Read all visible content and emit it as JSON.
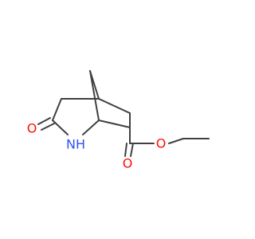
{
  "molecule": {
    "atoms": [
      {
        "id": "O1",
        "text": "O",
        "color": "#ff0d0d"
      },
      {
        "id": "N1",
        "text": "NH",
        "color": "#3050f8"
      },
      {
        "id": "O2",
        "text": "O",
        "color": "#ff0d0d"
      },
      {
        "id": "O3",
        "text": "O",
        "color": "#ff0d0d"
      }
    ],
    "bond_color": "#404040"
  }
}
